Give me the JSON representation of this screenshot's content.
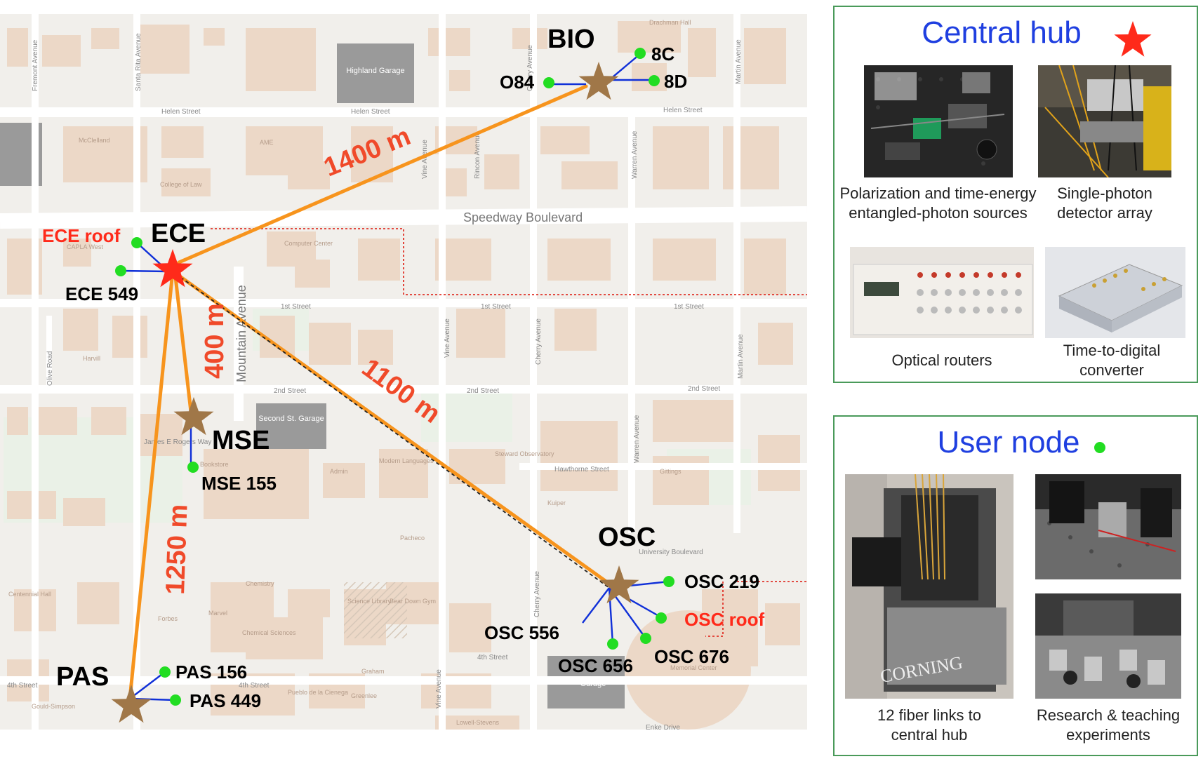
{
  "map": {
    "streets": [
      "Helen Street",
      "Helen Street",
      "Helen Street",
      "Speedway Boulevard",
      "1st Street",
      "1st Street",
      "1st Street",
      "2nd Street",
      "2nd Street",
      "2nd Street",
      "Hawthorne Street",
      "University Boulevard",
      "4th Street",
      "4th Street",
      "4th Street",
      "Enke Drive",
      "James E Rogers Way"
    ],
    "avenues": [
      "Fremont Avenue",
      "Santa Rita Avenue",
      "Cherry Avenue",
      "Martin Avenue",
      "Vine Avenue",
      "Rincon Avenue",
      "Warren Avenue",
      "Mountain Avenue",
      "Olive Road",
      "Vine Avenue",
      "Cherry Avenue",
      "Martin Avenue",
      "Warren Avenue",
      "Vine Avenue",
      "Cherry Avenue"
    ],
    "garages": [
      "Highland Garage",
      "Second St. Garage",
      "Garage"
    ],
    "buildings": [
      "McClelland",
      "AME",
      "College of Law",
      "CAPLA West",
      "Computer Center",
      "Bookstore",
      "Admin",
      "Modern Languages",
      "Steward Observatory",
      "Pacheco",
      "Chemistry",
      "Chemical Sciences",
      "Kuiper",
      "Memorial Center",
      "Bear Down Gym",
      "Drachman Hall",
      "Gittings",
      "Centennial Hall",
      "Science Library",
      "Gould-Simpson",
      "Forbes",
      "Harvill",
      "Marvel",
      "Lowell-Stevens",
      "Graham",
      "Greenlee",
      "Pueblo de la Cienega"
    ]
  },
  "nodes": {
    "bio": "BIO",
    "ece": "ECE",
    "mse": "MSE",
    "osc": "OSC",
    "pas": "PAS"
  },
  "users": {
    "o84": "O84",
    "c8": "8C",
    "d8": "8D",
    "ece_roof": "ECE roof",
    "ece549": "ECE 549",
    "mse155": "MSE 155",
    "osc219": "OSC 219",
    "osc_roof": "OSC roof",
    "osc556": "OSC 556",
    "osc656": "OSC 656",
    "osc676": "OSC 676",
    "pas156": "PAS 156",
    "pas449": "PAS 449"
  },
  "links": {
    "bio": "1400 m",
    "mse": "400 m",
    "osc": "1100 m",
    "pas": "1250 m"
  },
  "hub_panel": {
    "title": "Central hub",
    "captions": [
      "Polarization and time-energy\nentangled-photon sources",
      "Single-photon\ndetector array",
      "Optical routers",
      "Time-to-digital\nconverter"
    ]
  },
  "user_panel": {
    "title": "User node",
    "captions": [
      "12 fiber links to\ncentral hub",
      "Research & teaching\nexperiments"
    ],
    "photo_text": "CORNING"
  },
  "colors": {
    "fiber": "#f7941d",
    "star_hub": "#ff2a1a",
    "star_node": "#a07748",
    "user_dot": "#22dd22",
    "user_link": "#1030d8",
    "title_blue": "#1f3fe0",
    "panel_border": "#4a9a5a",
    "roof_label": "#ff2a1a"
  }
}
